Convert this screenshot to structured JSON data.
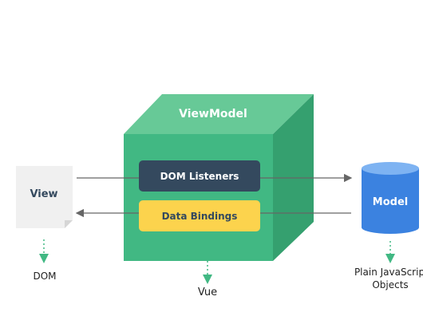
{
  "diagram": {
    "view_label": "View",
    "dom_label": "DOM",
    "viewmodel_label": "ViewModel",
    "dom_listeners_label": "DOM Listeners",
    "data_bindings_label": "Data Bindings",
    "vue_label": "Vue",
    "model_label": "Model",
    "model_caption_line1": "Plain JavaScrip",
    "model_caption_line2": "Objects"
  },
  "colors": {
    "cube_front": "#41b883",
    "cube_top": "#67c997",
    "cube_side": "#35a06f",
    "dom_listeners_box": "#34495e",
    "data_bindings_box": "#fcd34d",
    "model_cylinder": "#3b82e0",
    "model_cylinder_top": "#7eb3f2",
    "view_page": "#f0f0f0",
    "arrow": "#666666",
    "dotted_arrow": "#41b883"
  }
}
